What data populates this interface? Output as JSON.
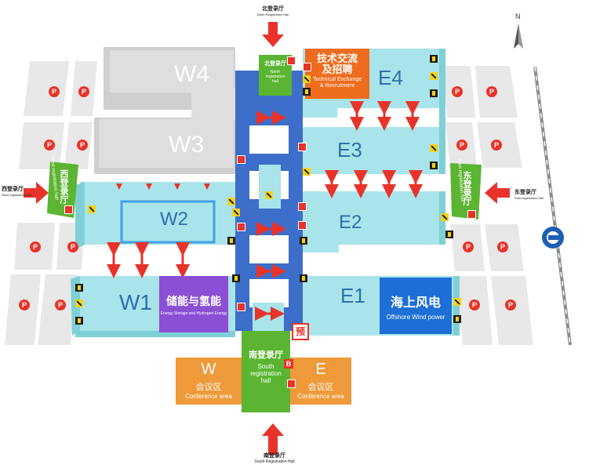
{
  "compass": {
    "north_letter": "N"
  },
  "halls": {
    "w4": "W4",
    "w3": "W3",
    "w2": "W2",
    "w1": "W1",
    "e4": "E4",
    "e3": "E3",
    "e2": "E2",
    "e1": "E1"
  },
  "zones": {
    "tech_exchange": {
      "cn1": "技术交流",
      "cn2": "及招聘",
      "en1": "Technical Exchange",
      "en2": "& Recruitment",
      "color": "#ee6c1d"
    },
    "energy_storage": {
      "cn": "储能与氢能",
      "en": "Energy Storage and Hydrogen Energy",
      "color": "#8a4fd4"
    },
    "offshore_wind": {
      "cn": "海上风电",
      "en": "Offshore Wind power",
      "color": "#1d6fd6"
    }
  },
  "registration": {
    "north": {
      "cn": "北登录厅",
      "en1": "North",
      "en2": "registration",
      "en3": "hall",
      "ext_cn": "北登录厅",
      "ext_en": "North Registration Hall"
    },
    "south": {
      "cn": "南登录厅",
      "en1": "South",
      "en2": "registration",
      "en3": "hall",
      "ext_cn": "南登录厅",
      "ext_en": "South Registration Hall"
    },
    "west": {
      "cn": "西登录厅",
      "en": "West registration hall",
      "ext_cn": "西登录厅",
      "ext_en": "West registration Hall"
    },
    "east": {
      "cn": "东登录厅",
      "en": "East registration hall",
      "ext_cn": "东登录厅",
      "ext_en": "East registration Hall"
    }
  },
  "conference": {
    "west": {
      "letter": "W",
      "cn": "会议区",
      "en": "Conference area"
    },
    "east": {
      "letter": "E",
      "cn": "会议区",
      "en": "Conference area"
    }
  },
  "markers": {
    "pre_reg": "预",
    "b_badge": "B",
    "parking": "P"
  },
  "colors": {
    "hall": "#a9e4ea",
    "hall_dark": "#7fcfd7",
    "building_grey": "#d5d5d5",
    "corridor": "#3d6ec9",
    "reg_green": "#5bb532",
    "conference": "#ee9a3a",
    "arrow": "#e8332a"
  }
}
